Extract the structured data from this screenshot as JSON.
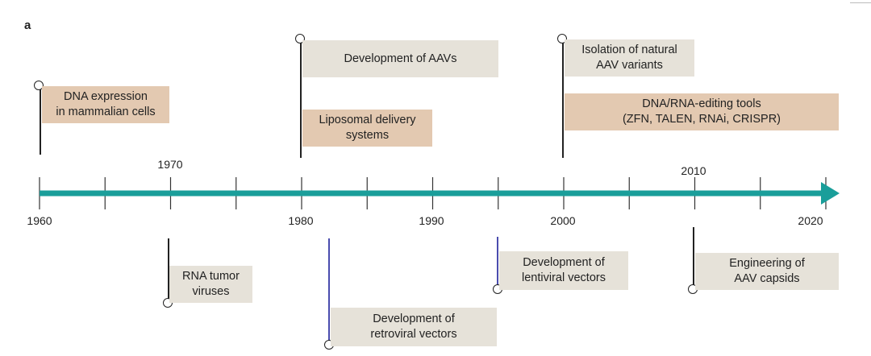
{
  "figure": {
    "panel_label": "a",
    "axis_color": "#1a9e9a"
  },
  "year_labels": {
    "y1960": "1960",
    "y1970": "1970",
    "y1980": "1980",
    "y1990": "1990",
    "y2000": "2000",
    "y2010": "2010",
    "y2020": "2020"
  },
  "events": {
    "dna_expression": {
      "year": 1960,
      "label": "DNA expression\nin mammalian cells"
    },
    "rna_tumor": {
      "year": 1970,
      "label": "RNA tumor\nviruses"
    },
    "aav_dev": {
      "year": 1980,
      "label": "Development of AAVs"
    },
    "liposomal": {
      "year": 1980,
      "label": "Liposomal delivery\nsystems"
    },
    "retroviral": {
      "year": 1982,
      "label": "Development of\nretroviral vectors"
    },
    "lentiviral": {
      "year": 1995,
      "label": "Development of\nlentiviral vectors"
    },
    "natural_aav": {
      "year": 2000,
      "label": "Isolation of natural\nAAV variants"
    },
    "editing_tools": {
      "year": 2000,
      "label": "DNA/RNA-editing tools\n(ZFN, TALEN, RNAi, CRISPR)"
    },
    "capsids": {
      "year": 2010,
      "label": "Engineering of\nAAV capsids"
    }
  }
}
